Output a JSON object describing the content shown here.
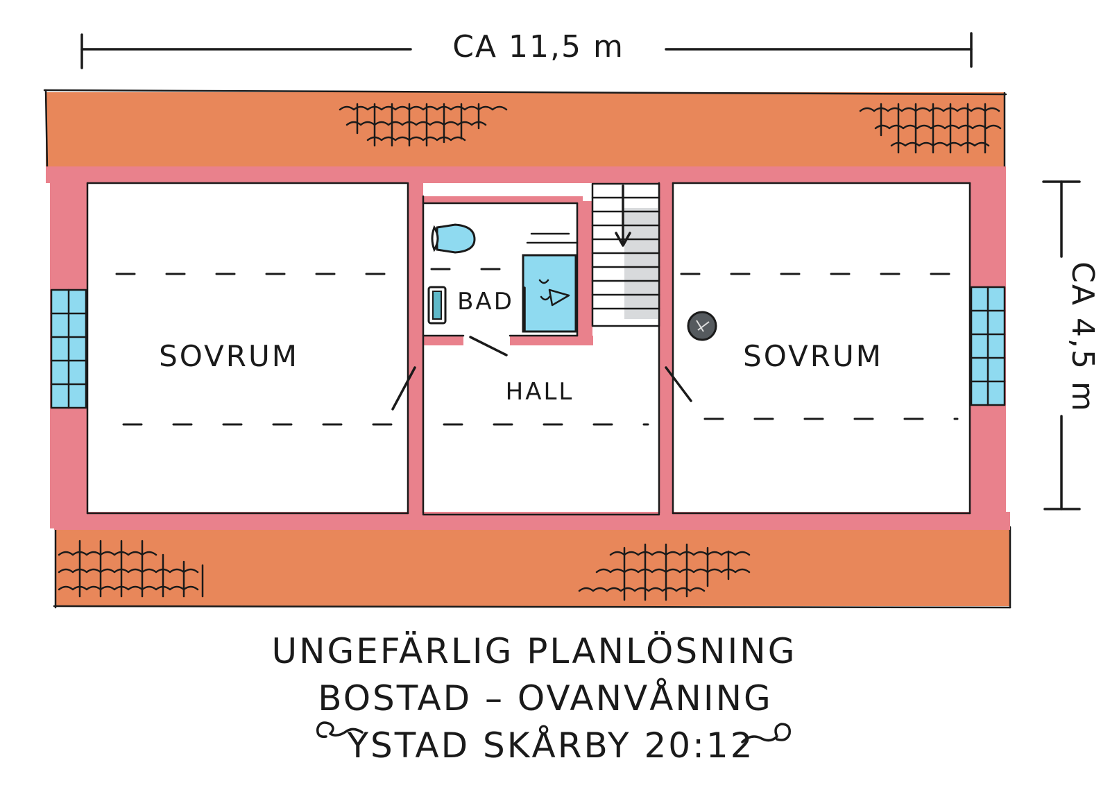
{
  "dimensions": {
    "width_label": "CA 11,5 m",
    "depth_label": "CA 4,5 m"
  },
  "rooms": {
    "bedroom_left": "SOVRUM",
    "bedroom_right": "SOVRUM",
    "bathroom": "BAD",
    "hall": "HALL"
  },
  "caption": {
    "line1": "UNGEFÄRLIG PLANLÖSNING",
    "line2": "BOSTAD – OVANVÅNING",
    "line3": "YSTAD SKÅRBY 20:12"
  },
  "colors": {
    "roof": "#e8875a",
    "wall": "#e9818c",
    "window": "#8fdaf0",
    "stair": "#d8dadc"
  }
}
